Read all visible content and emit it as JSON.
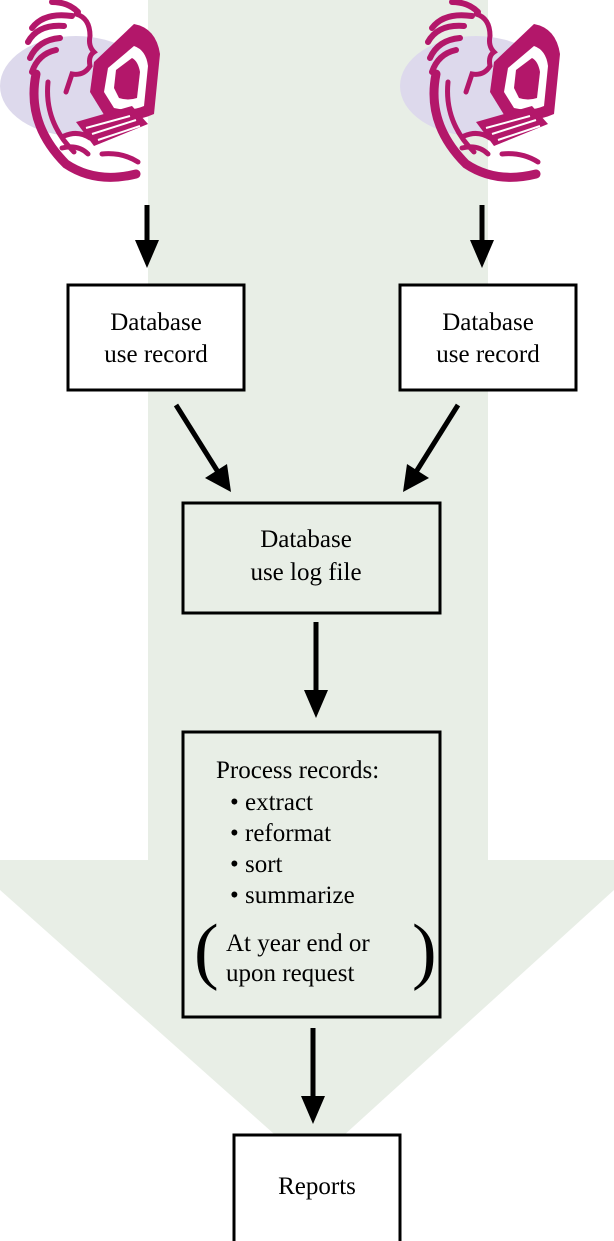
{
  "colors": {
    "background": "#ffffff",
    "flow_arrow": "#e8eee6",
    "box_fill_green": "#e8eee6",
    "box_fill_white": "#ffffff",
    "stroke": "#000000",
    "figure": "#b3176a",
    "figure_halo": "#ddd9ec"
  },
  "icons": {
    "user_left": "woman-at-computer-icon",
    "user_right": "woman-at-computer-icon"
  },
  "nodes": {
    "record_left": {
      "line1": "Database",
      "line2": "use record"
    },
    "record_right": {
      "line1": "Database",
      "line2": "use record"
    },
    "log_file": {
      "line1": "Database",
      "line2": "use log file"
    },
    "process": {
      "heading": "Process records:",
      "steps": [
        "• extract",
        "• reformat",
        "• sort",
        "• summarize"
      ],
      "note_line1": "At year end or",
      "note_line2": "upon request",
      "paren_open": "(",
      "paren_close": ")"
    },
    "reports": {
      "label": "Reports"
    }
  },
  "edges": [
    {
      "from": "user_left",
      "to": "record_left"
    },
    {
      "from": "user_right",
      "to": "record_right"
    },
    {
      "from": "record_left",
      "to": "log_file"
    },
    {
      "from": "record_right",
      "to": "log_file"
    },
    {
      "from": "log_file",
      "to": "process"
    },
    {
      "from": "process",
      "to": "reports"
    }
  ]
}
